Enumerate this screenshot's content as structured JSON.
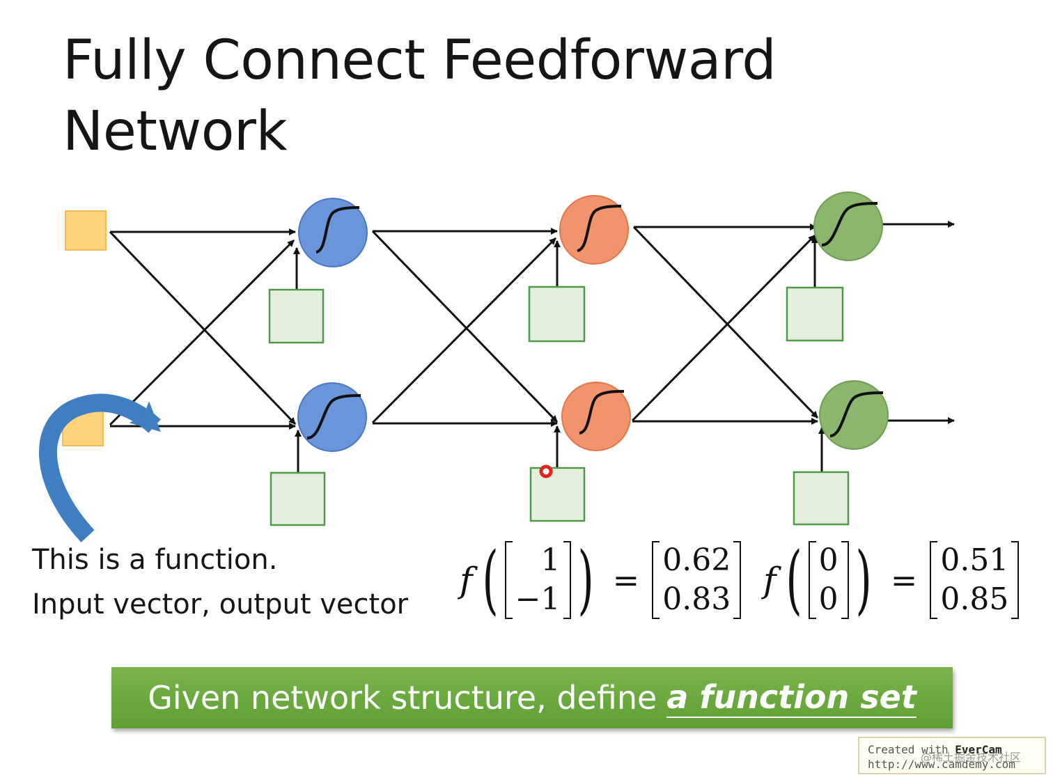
{
  "slide": {
    "title_line1": "Fully Connect Feedforward",
    "title_line2": "Network",
    "caption_line1": "This is a function.",
    "caption_line2": "Input vector, output vector",
    "banner_plain": "Given network structure, define",
    "banner_emphasis": "a function set"
  },
  "formula1": {
    "fn": "f",
    "input": [
      "1",
      "−1"
    ],
    "equals": "=",
    "output": [
      "0.62",
      "0.83"
    ]
  },
  "formula2": {
    "fn": "f",
    "input": [
      "0",
      "0"
    ],
    "equals": "=",
    "output": [
      "0.51",
      "0.85"
    ]
  },
  "watermark": {
    "line1_prefix": "Created with",
    "brand": "EverCam",
    "line2": "http://www.camdemy.com",
    "overlay": "@稀土掘金技术社区"
  },
  "colors": {
    "input_node": "#fdd37c",
    "bias_box": "#e3efdc",
    "layer1_neuron": "#6b95db",
    "layer2_neuron": "#f1946d",
    "layer3_neuron": "#8cb56e",
    "curved_arrow": "#3f7ec1",
    "banner": "#6aa83f"
  },
  "icons": {
    "neuron": "sigmoid-curve-icon",
    "callout": "curved-arrow-icon",
    "pointer": "red-cursor-dot-icon"
  }
}
